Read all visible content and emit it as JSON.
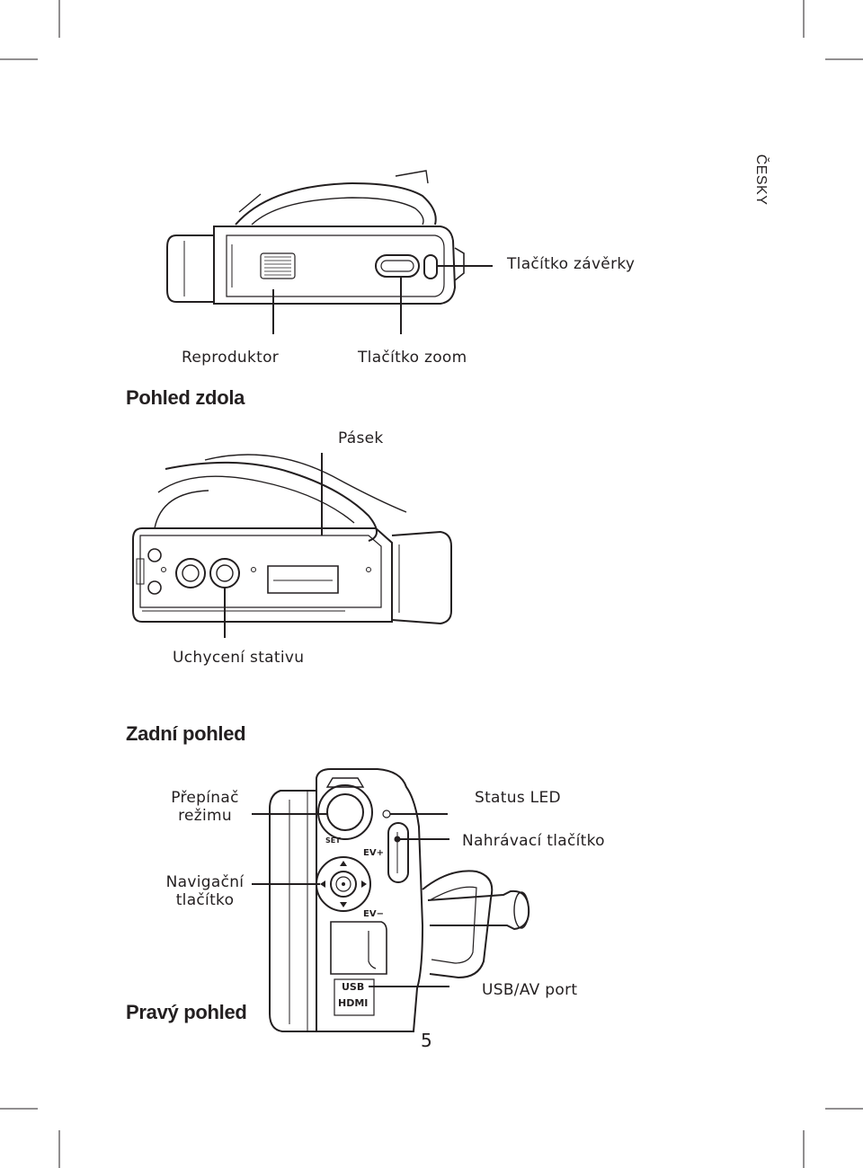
{
  "language_tab": "ČESKY",
  "page_number": "5",
  "bottom_view": {
    "title": "Pohled zdola",
    "labels": {
      "shutter": "Tlačítko závěrky",
      "speaker": "Reproduktor",
      "zoom": "Tlačítko zoom"
    }
  },
  "back_view": {
    "title": "Zadní pohled",
    "labels": {
      "strap": "Pásek",
      "tripod": "Uchycení stativu"
    }
  },
  "right_view": {
    "title": "Pravý pohled",
    "labels": {
      "mode_switch_line1": "Přepínač",
      "mode_switch_line2": "režimu",
      "nav_line1": "Navigační",
      "nav_line2": "tlačítko",
      "status_led": "Status LED",
      "record_button": "Nahrávací tlačítko",
      "usb_av": "USB/AV port"
    },
    "device_markings": {
      "ev_plus": "EV+",
      "ev_minus": "EV−",
      "set": "SET",
      "usb": "USB",
      "hdmi": "HDMI"
    }
  }
}
